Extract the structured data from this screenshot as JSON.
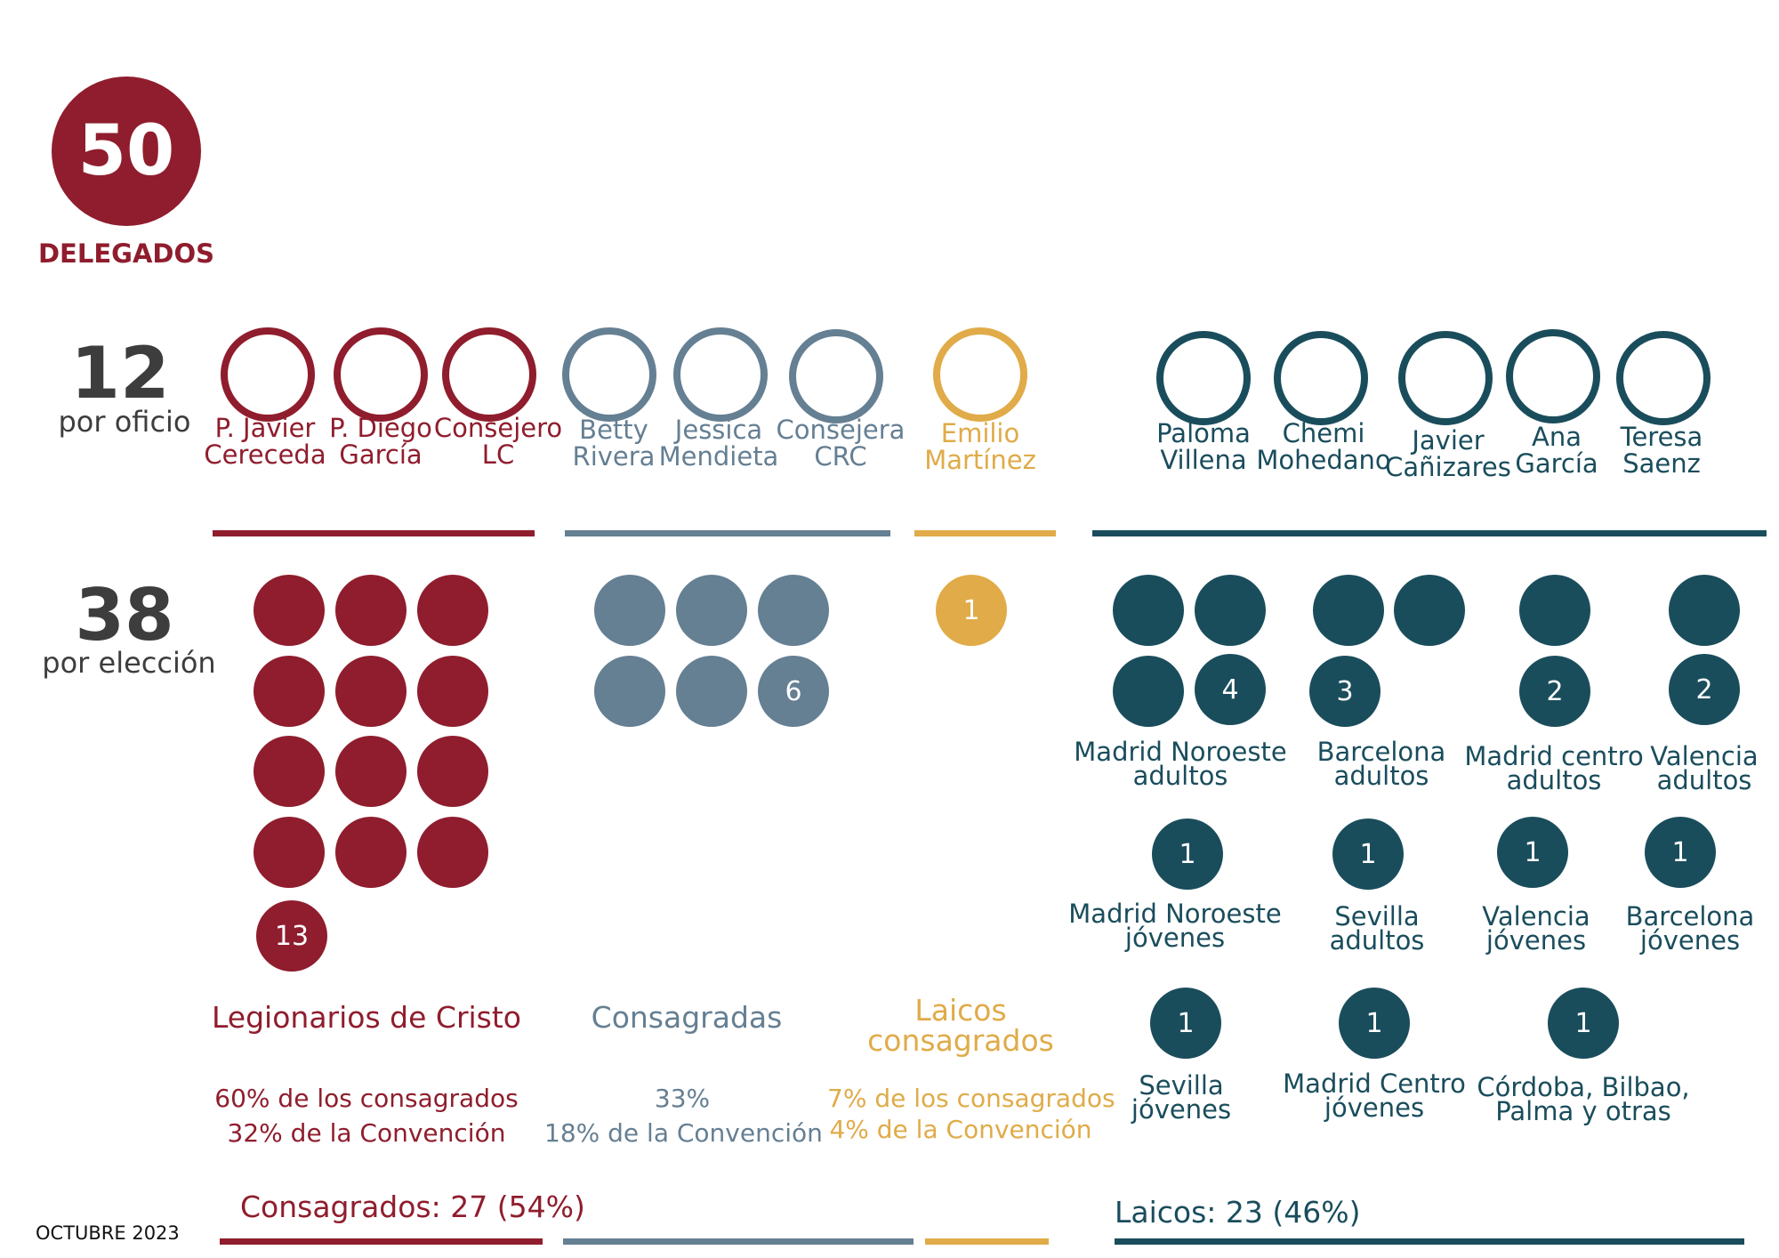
{
  "colors": {
    "legion": "#8f1d2d",
    "consagradas": "#657f93",
    "laicos_consagrados": "#e0ab48",
    "laicos": "#1a4d5c"
  },
  "header": {
    "total": "50",
    "label": "DELEGADOS"
  },
  "oficio": {
    "number": "12",
    "label": "por oficio"
  },
  "eleccion": {
    "number": "38",
    "label": "por elección"
  },
  "people": [
    {
      "l1": "P. Javier",
      "l2": "Cereceda"
    },
    {
      "l1": "P. Diego",
      "l2": "García"
    },
    {
      "l1": "Consejero",
      "l2": "LC"
    },
    {
      "l1": "Betty",
      "l2": "Rivera"
    },
    {
      "l1": "Jessica",
      "l2": "Mendieta"
    },
    {
      "l1": "Consejera",
      "l2": "CRC"
    },
    {
      "l1": "Emilio",
      "l2": "Martínez"
    },
    {
      "l1": "Paloma",
      "l2": "Villena"
    },
    {
      "l1": "Chemi",
      "l2": "Mohedano"
    },
    {
      "l1": "Javier",
      "l2": "Cañizares"
    },
    {
      "l1": "Ana",
      "l2": "García"
    },
    {
      "l1": "Teresa",
      "l2": "Saenz"
    }
  ],
  "categories": {
    "legion": {
      "name": "Legionarios de Cristo",
      "count": "13",
      "pct1": "60% de los consagrados",
      "pct2": "32% de la Convención"
    },
    "consagradas": {
      "name": "Consagradas",
      "count": "6",
      "pct1": "33%",
      "pct2": "18% de la Convención"
    },
    "laicos_consagrados": {
      "name1": "Laicos",
      "name2": "consagrados",
      "count": "1",
      "pct1": "7% de los consagrados",
      "pct2": "4% de la Convención"
    }
  },
  "laicos_groups": [
    {
      "count": "4",
      "l1": "Madrid Noroeste",
      "l2": "adultos"
    },
    {
      "count": "3",
      "l1": "Barcelona",
      "l2": "adultos"
    },
    {
      "count": "2",
      "l1": "Madrid centro",
      "l2": "adultos"
    },
    {
      "count": "2",
      "l1": "Valencia",
      "l2": "adultos"
    },
    {
      "count": "1",
      "l1": "Madrid Noroeste",
      "l2": "jóvenes"
    },
    {
      "count": "1",
      "l1": "Sevilla",
      "l2": "adultos"
    },
    {
      "count": "1",
      "l1": "Valencia",
      "l2": "jóvenes"
    },
    {
      "count": "1",
      "l1": "Barcelona",
      "l2": "jóvenes"
    },
    {
      "count": "1",
      "l1": "Sevilla",
      "l2": "jóvenes"
    },
    {
      "count": "1",
      "l1": "Madrid Centro",
      "l2": "jóvenes"
    },
    {
      "count": "1",
      "l1": "Córdoba, Bilbao,",
      "l2": "Palma y otras"
    }
  ],
  "totals": {
    "consagrados": "Consagrados: 27 (54%)",
    "laicos": "Laicos: 23 (46%)"
  },
  "footer": {
    "date": "OCTUBRE 2023"
  }
}
